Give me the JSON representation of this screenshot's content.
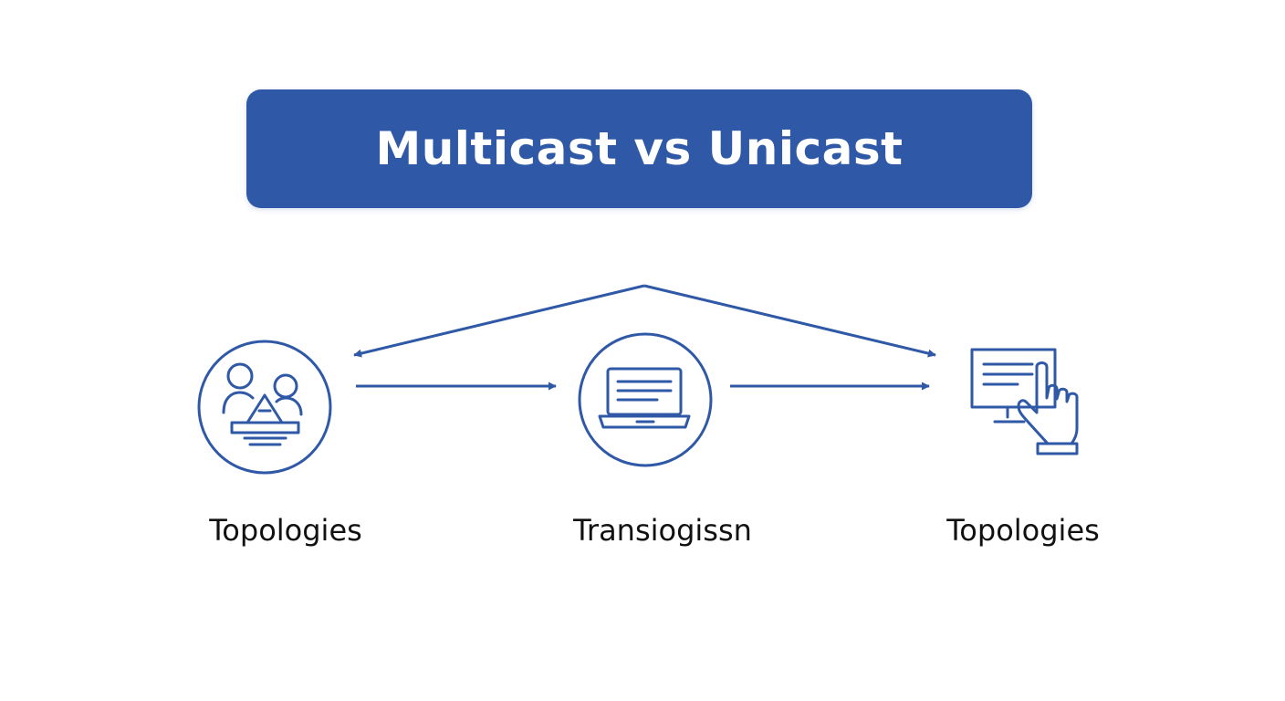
{
  "title": "Multicast vs Unicast",
  "colors": {
    "accent": "#2f59a7",
    "text": "#111111",
    "background": "#ffffff"
  },
  "nodes": [
    {
      "label": "Topologies",
      "icon": "users-network-icon"
    },
    {
      "label": "Transiogissn",
      "icon": "laptop-icon"
    },
    {
      "label": "Topologies",
      "icon": "monitor-touch-icon"
    }
  ]
}
